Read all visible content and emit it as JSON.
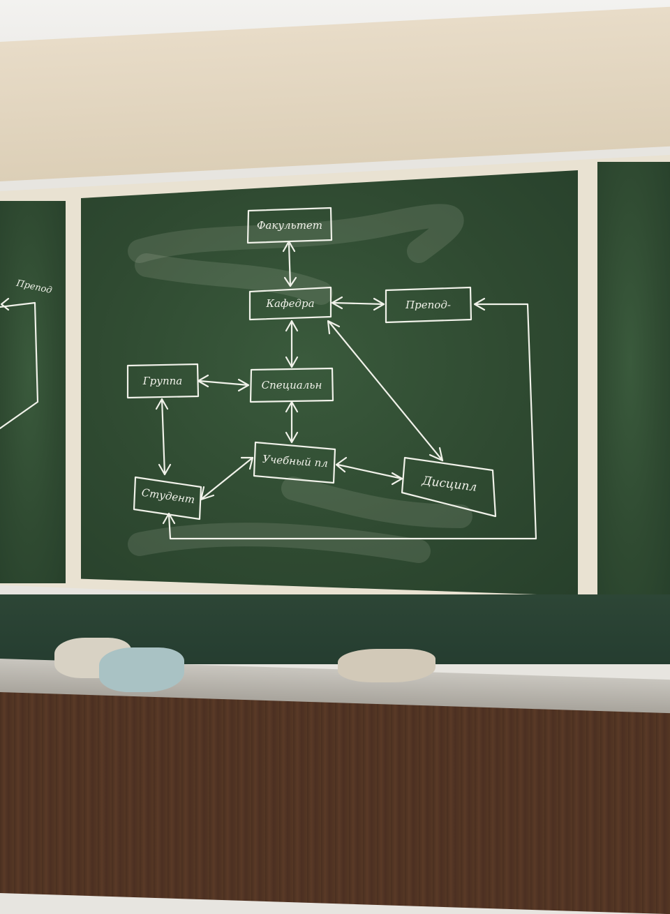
{
  "diagram": {
    "nodes": {
      "fakultet": "Факультет",
      "kafedra": "Кафедра",
      "prepod": "Препод-",
      "gruppa": "Группа",
      "specialnost": "Специальн",
      "uchebny_plan": "Учебный пл",
      "disciplina": "Дисципл",
      "student": "Студент"
    },
    "left_board_fragment": "Препод"
  },
  "colors": {
    "board": "#2f4a31",
    "chalk": "#f1f2ea",
    "frame": "#e9e2d2",
    "wood": "#553724"
  }
}
